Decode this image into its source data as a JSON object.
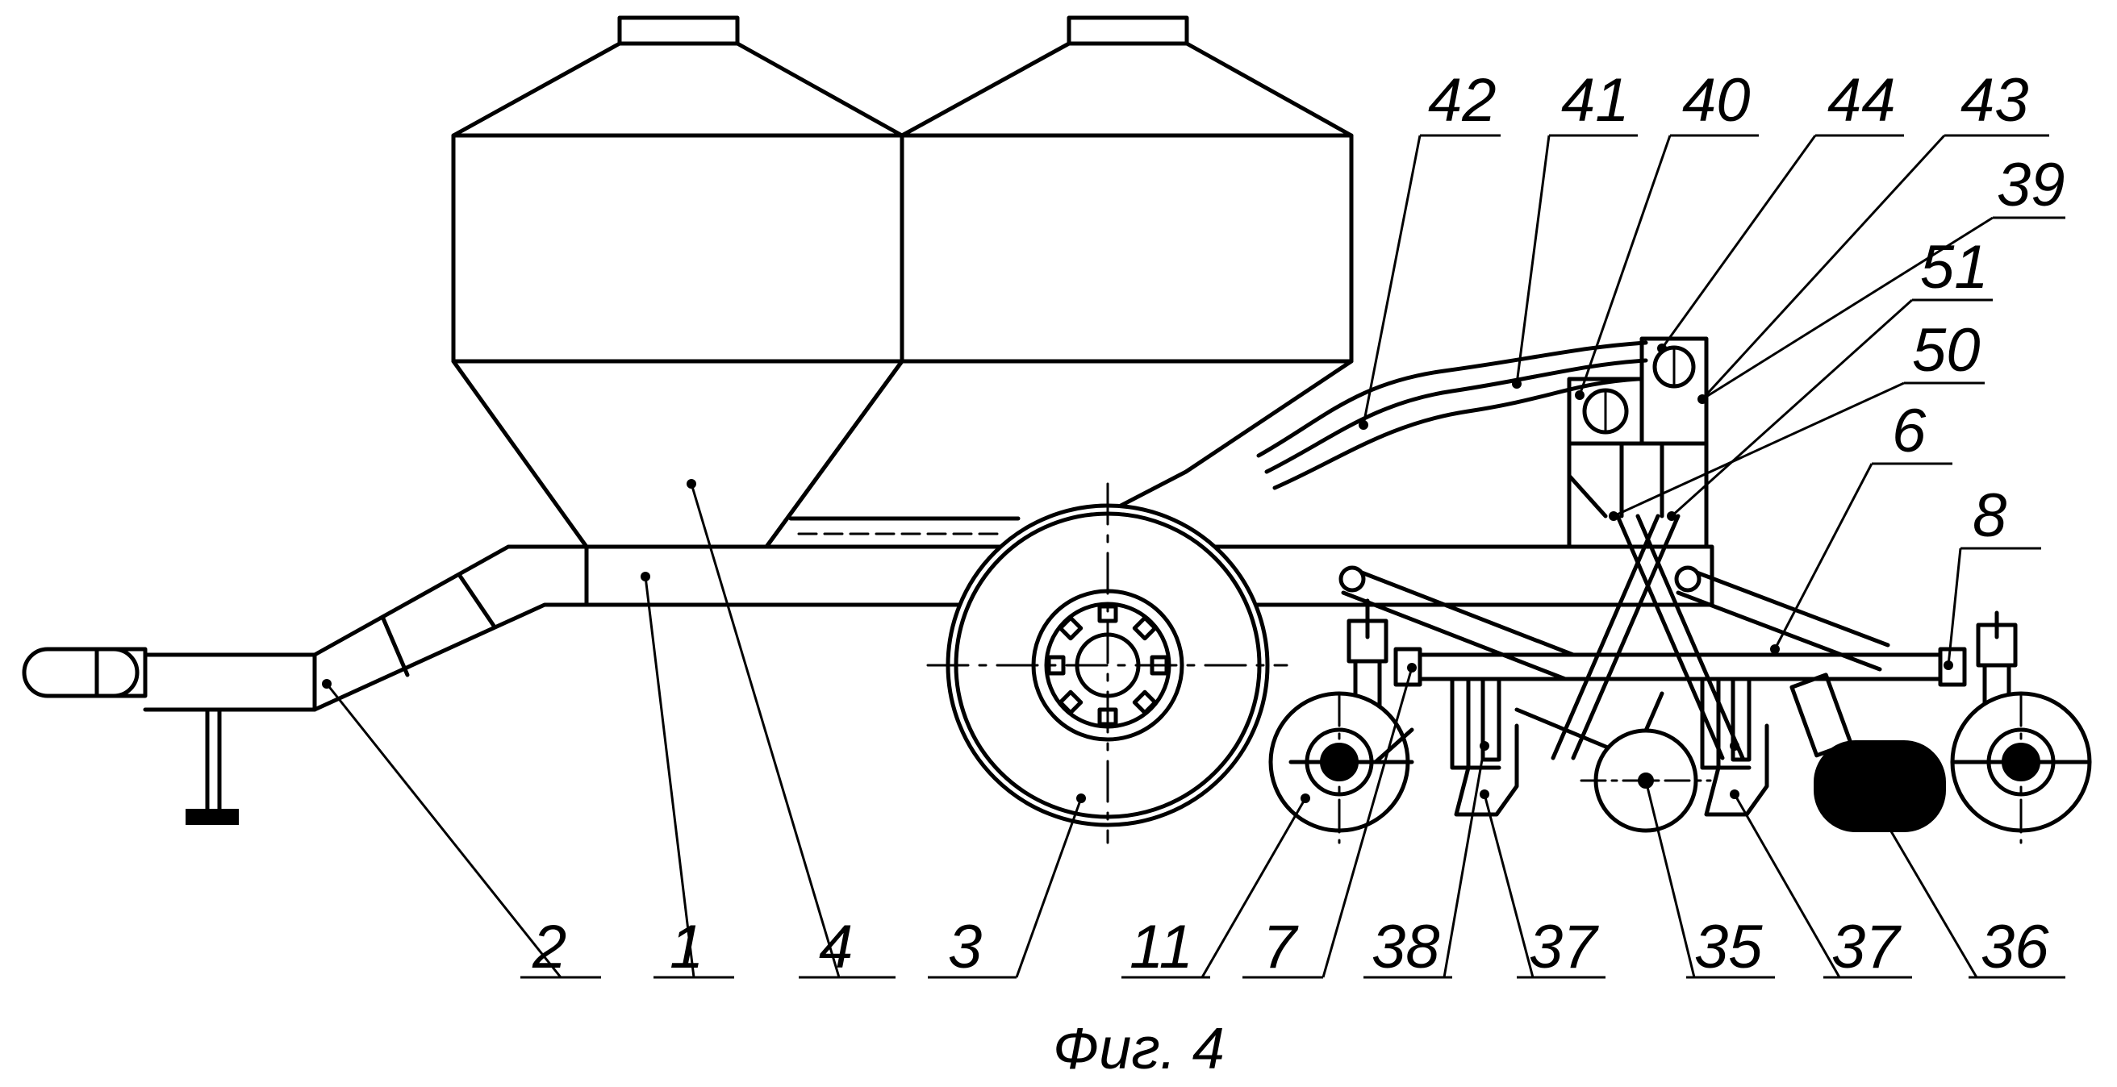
{
  "figure": {
    "caption": "Фиг. 4"
  },
  "labels": [
    {
      "id": "l42",
      "text": "42"
    },
    {
      "id": "l41",
      "text": "41"
    },
    {
      "id": "l40",
      "text": "40"
    },
    {
      "id": "l44",
      "text": "44"
    },
    {
      "id": "l43",
      "text": "43"
    },
    {
      "id": "l39",
      "text": "39"
    },
    {
      "id": "l51",
      "text": "51"
    },
    {
      "id": "l50",
      "text": "50"
    },
    {
      "id": "l6",
      "text": "6"
    },
    {
      "id": "l8",
      "text": "8"
    },
    {
      "id": "l2",
      "text": "2"
    },
    {
      "id": "l1",
      "text": "1"
    },
    {
      "id": "l4",
      "text": "4"
    },
    {
      "id": "l3",
      "text": "3"
    },
    {
      "id": "l11",
      "text": "11"
    },
    {
      "id": "l7",
      "text": "7"
    },
    {
      "id": "l38",
      "text": "38"
    },
    {
      "id": "l37a",
      "text": "37"
    },
    {
      "id": "l35",
      "text": "35"
    },
    {
      "id": "l37b",
      "text": "37"
    },
    {
      "id": "l36",
      "text": "36"
    }
  ]
}
